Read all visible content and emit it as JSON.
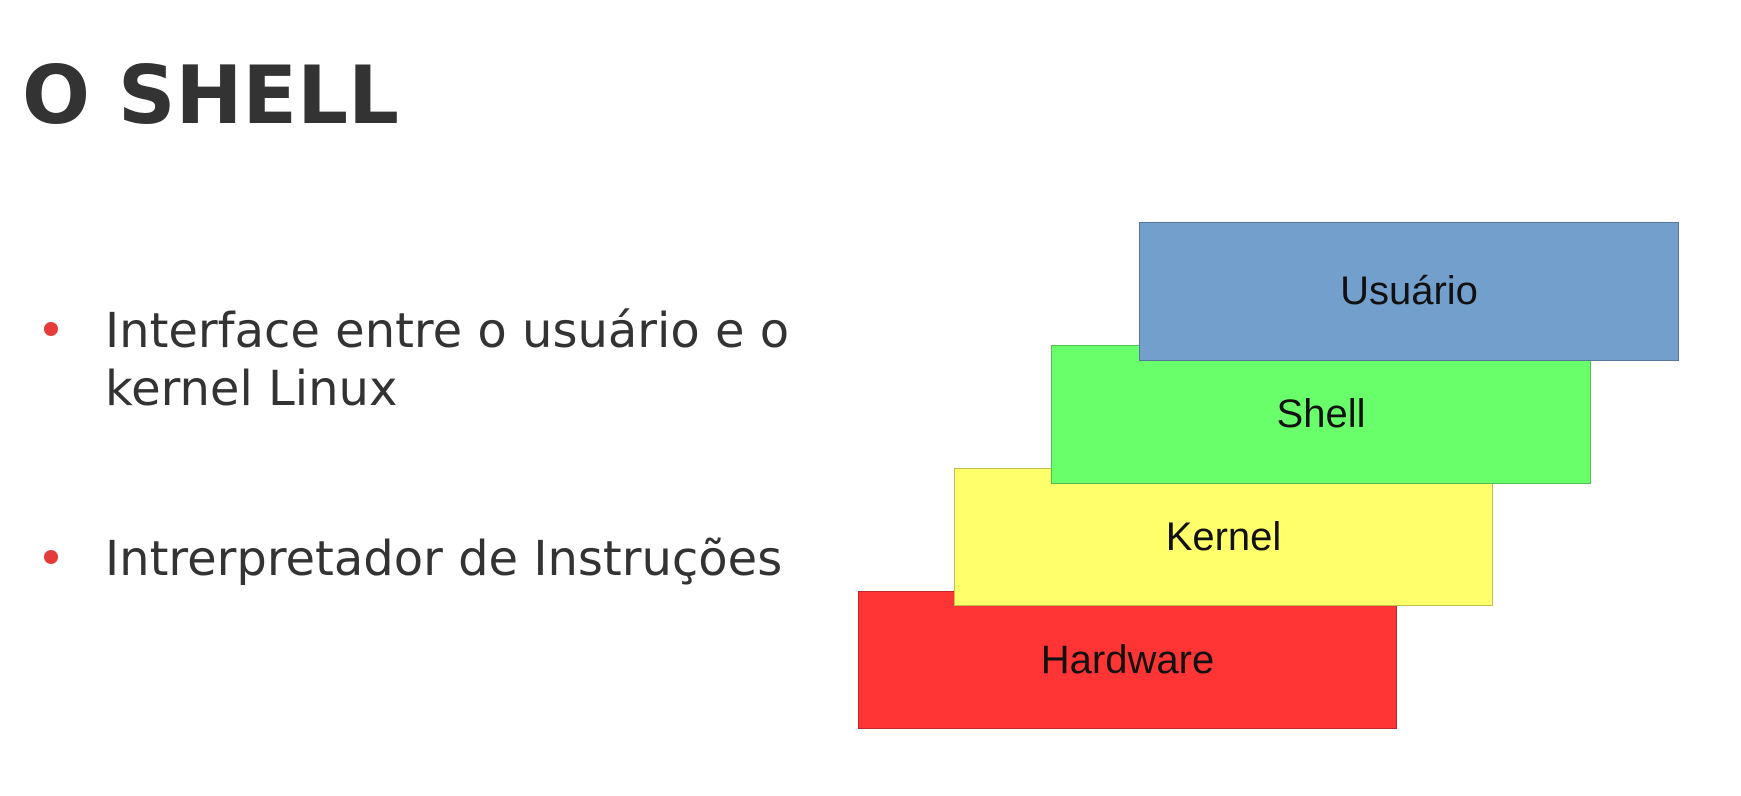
{
  "title": "O SHELL",
  "bullets": [
    {
      "text": "Interface entre o usuário e o kernel Linux"
    },
    {
      "text": "Intrerpretador de Instruções"
    }
  ],
  "colors": {
    "text": "#333333",
    "bullet": "#e63b3b",
    "hardware": "#ff3535",
    "kernel": "#ffff6b",
    "shell": "#69ff6b",
    "usuario": "#729fcb"
  },
  "layers": [
    {
      "label": "Hardware",
      "color": "#ff3535"
    },
    {
      "label": "Kernel",
      "color": "#ffff6b"
    },
    {
      "label": "Shell",
      "color": "#69ff6b"
    },
    {
      "label": "Usuário",
      "color": "#729fcb"
    }
  ]
}
